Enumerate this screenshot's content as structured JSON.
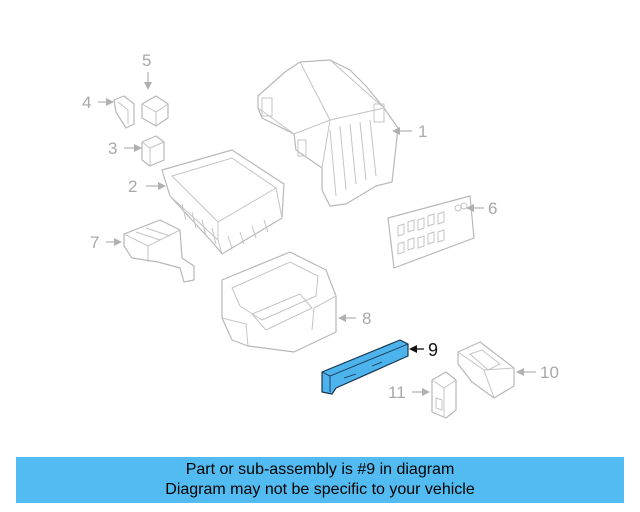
{
  "diagram": {
    "callouts": [
      "1",
      "2",
      "3",
      "4",
      "5",
      "6",
      "7",
      "8",
      "9",
      "10",
      "11"
    ],
    "highlighted_part": "9",
    "colors": {
      "highlight_fill": "#4db3ec",
      "highlight_outline": "#1a3550",
      "banner": "#52bcf2",
      "line_art": "#b8b8b8"
    }
  },
  "caption": {
    "line1": "Part or sub-assembly is #9 in diagram",
    "line2": "Diagram may not be specific to your vehicle"
  }
}
